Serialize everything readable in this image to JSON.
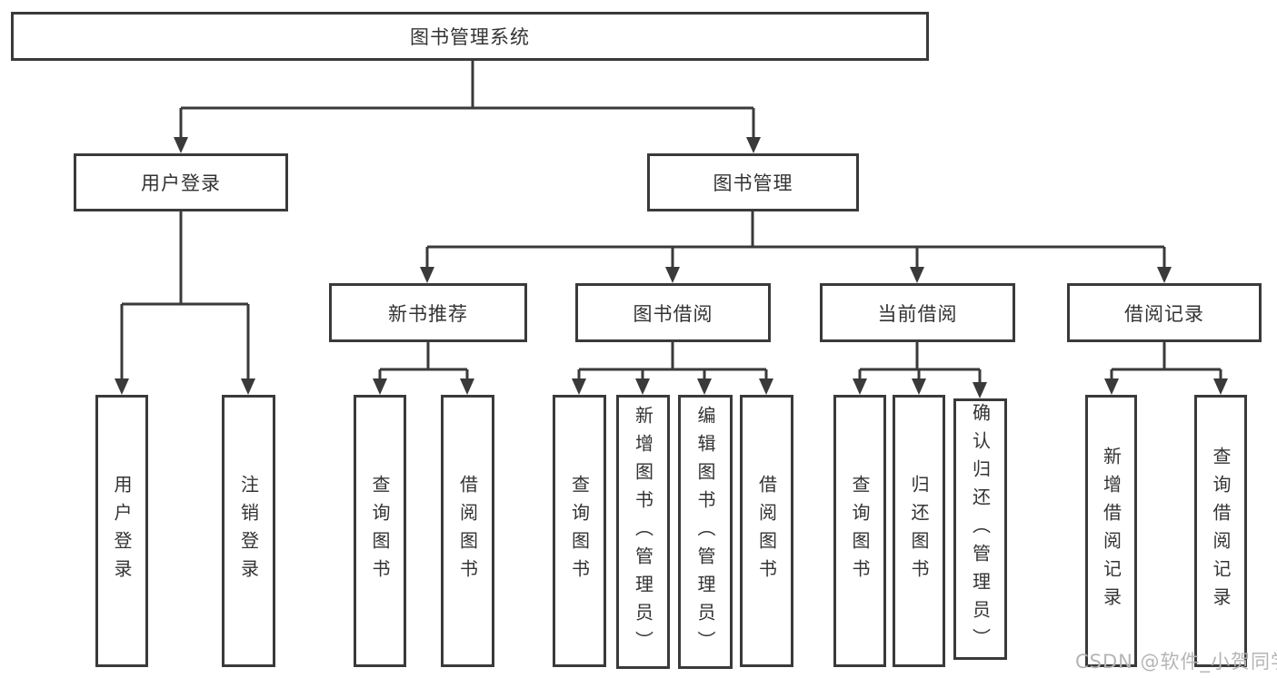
{
  "tree": {
    "root": {
      "label": "图书管理系统"
    },
    "login_branch": {
      "label": "用户登录",
      "children": [
        {
          "label": "用户登录"
        },
        {
          "label": "注销登录"
        }
      ]
    },
    "management_branch": {
      "label": "图书管理",
      "sections": [
        {
          "label": "新书推荐",
          "children": [
            {
              "label": "查询图书"
            },
            {
              "label": "借阅图书"
            }
          ]
        },
        {
          "label": "图书借阅",
          "children": [
            {
              "label": "查询图书"
            },
            {
              "label": "新增图书（管理员）"
            },
            {
              "label": "编辑图书（管理员）"
            },
            {
              "label": "借阅图书"
            }
          ]
        },
        {
          "label": "当前借阅",
          "children": [
            {
              "label": "查询图书"
            },
            {
              "label": "归还图书"
            },
            {
              "label": "确认归还（管理员）"
            }
          ]
        },
        {
          "label": "借阅记录",
          "children": [
            {
              "label": "新增借阅记录"
            },
            {
              "label": "查询借阅记录"
            }
          ]
        }
      ]
    }
  },
  "watermark": {
    "text": "CSDN @软件_小贺同学"
  },
  "colors": {
    "line": "#3a3a3a",
    "text": "#333333",
    "watermark": "#b5b5b5",
    "background": "#ffffff"
  }
}
